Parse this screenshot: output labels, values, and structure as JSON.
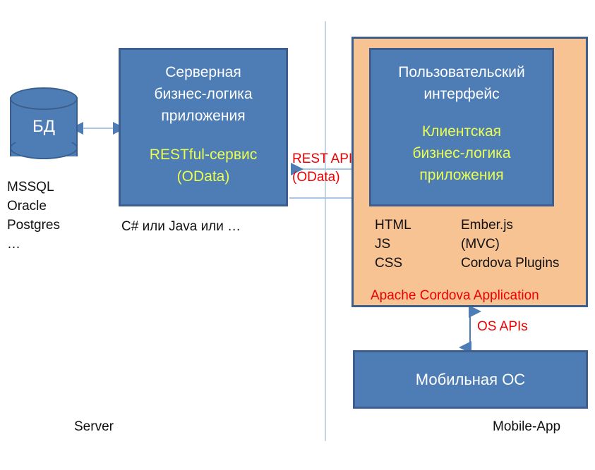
{
  "diagram": {
    "title": "Mobile application architecture (Apache Cordova + REST/OData)",
    "colors": {
      "box_fill": "#4E7CB5",
      "box_border": "#3C5F8F",
      "panel_fill": "#F8C393",
      "accent_yellow": "#EAFF4F",
      "accent_red": "#EE0000",
      "divider": "#C5D5E2",
      "connector": "#4E7CB5"
    },
    "database": {
      "label": "БД",
      "tech_lines": [
        "MSSQL",
        "Oracle",
        "Postgres",
        "…"
      ]
    },
    "server": {
      "title_lines": [
        "Серверная",
        "бизнес-логика",
        "приложения"
      ],
      "service_lines": [
        "RESTful-сервис",
        "(OData)"
      ],
      "tech_label": "C# или Java или …",
      "zone_label": "Server"
    },
    "client": {
      "ui_title_lines": [
        "Пользовательский",
        "интерфейс"
      ],
      "logic_lines": [
        "Клиентская",
        "бизнес-логика",
        "приложения"
      ],
      "tech_rows": [
        {
          "left": "HTML",
          "right": "Ember.js"
        },
        {
          "left": "JS",
          "right": "(MVC)"
        },
        {
          "left": "CSS",
          "right": "Cordova Plugins"
        }
      ],
      "container_label": "Apache Cordova Application",
      "zone_label": "Mobile-App"
    },
    "mobile_os": {
      "title": "Мобильная ОС"
    },
    "connections": {
      "rest_api_lines": [
        "REST API",
        "(OData)"
      ],
      "os_apis_label": "OS APIs"
    }
  }
}
